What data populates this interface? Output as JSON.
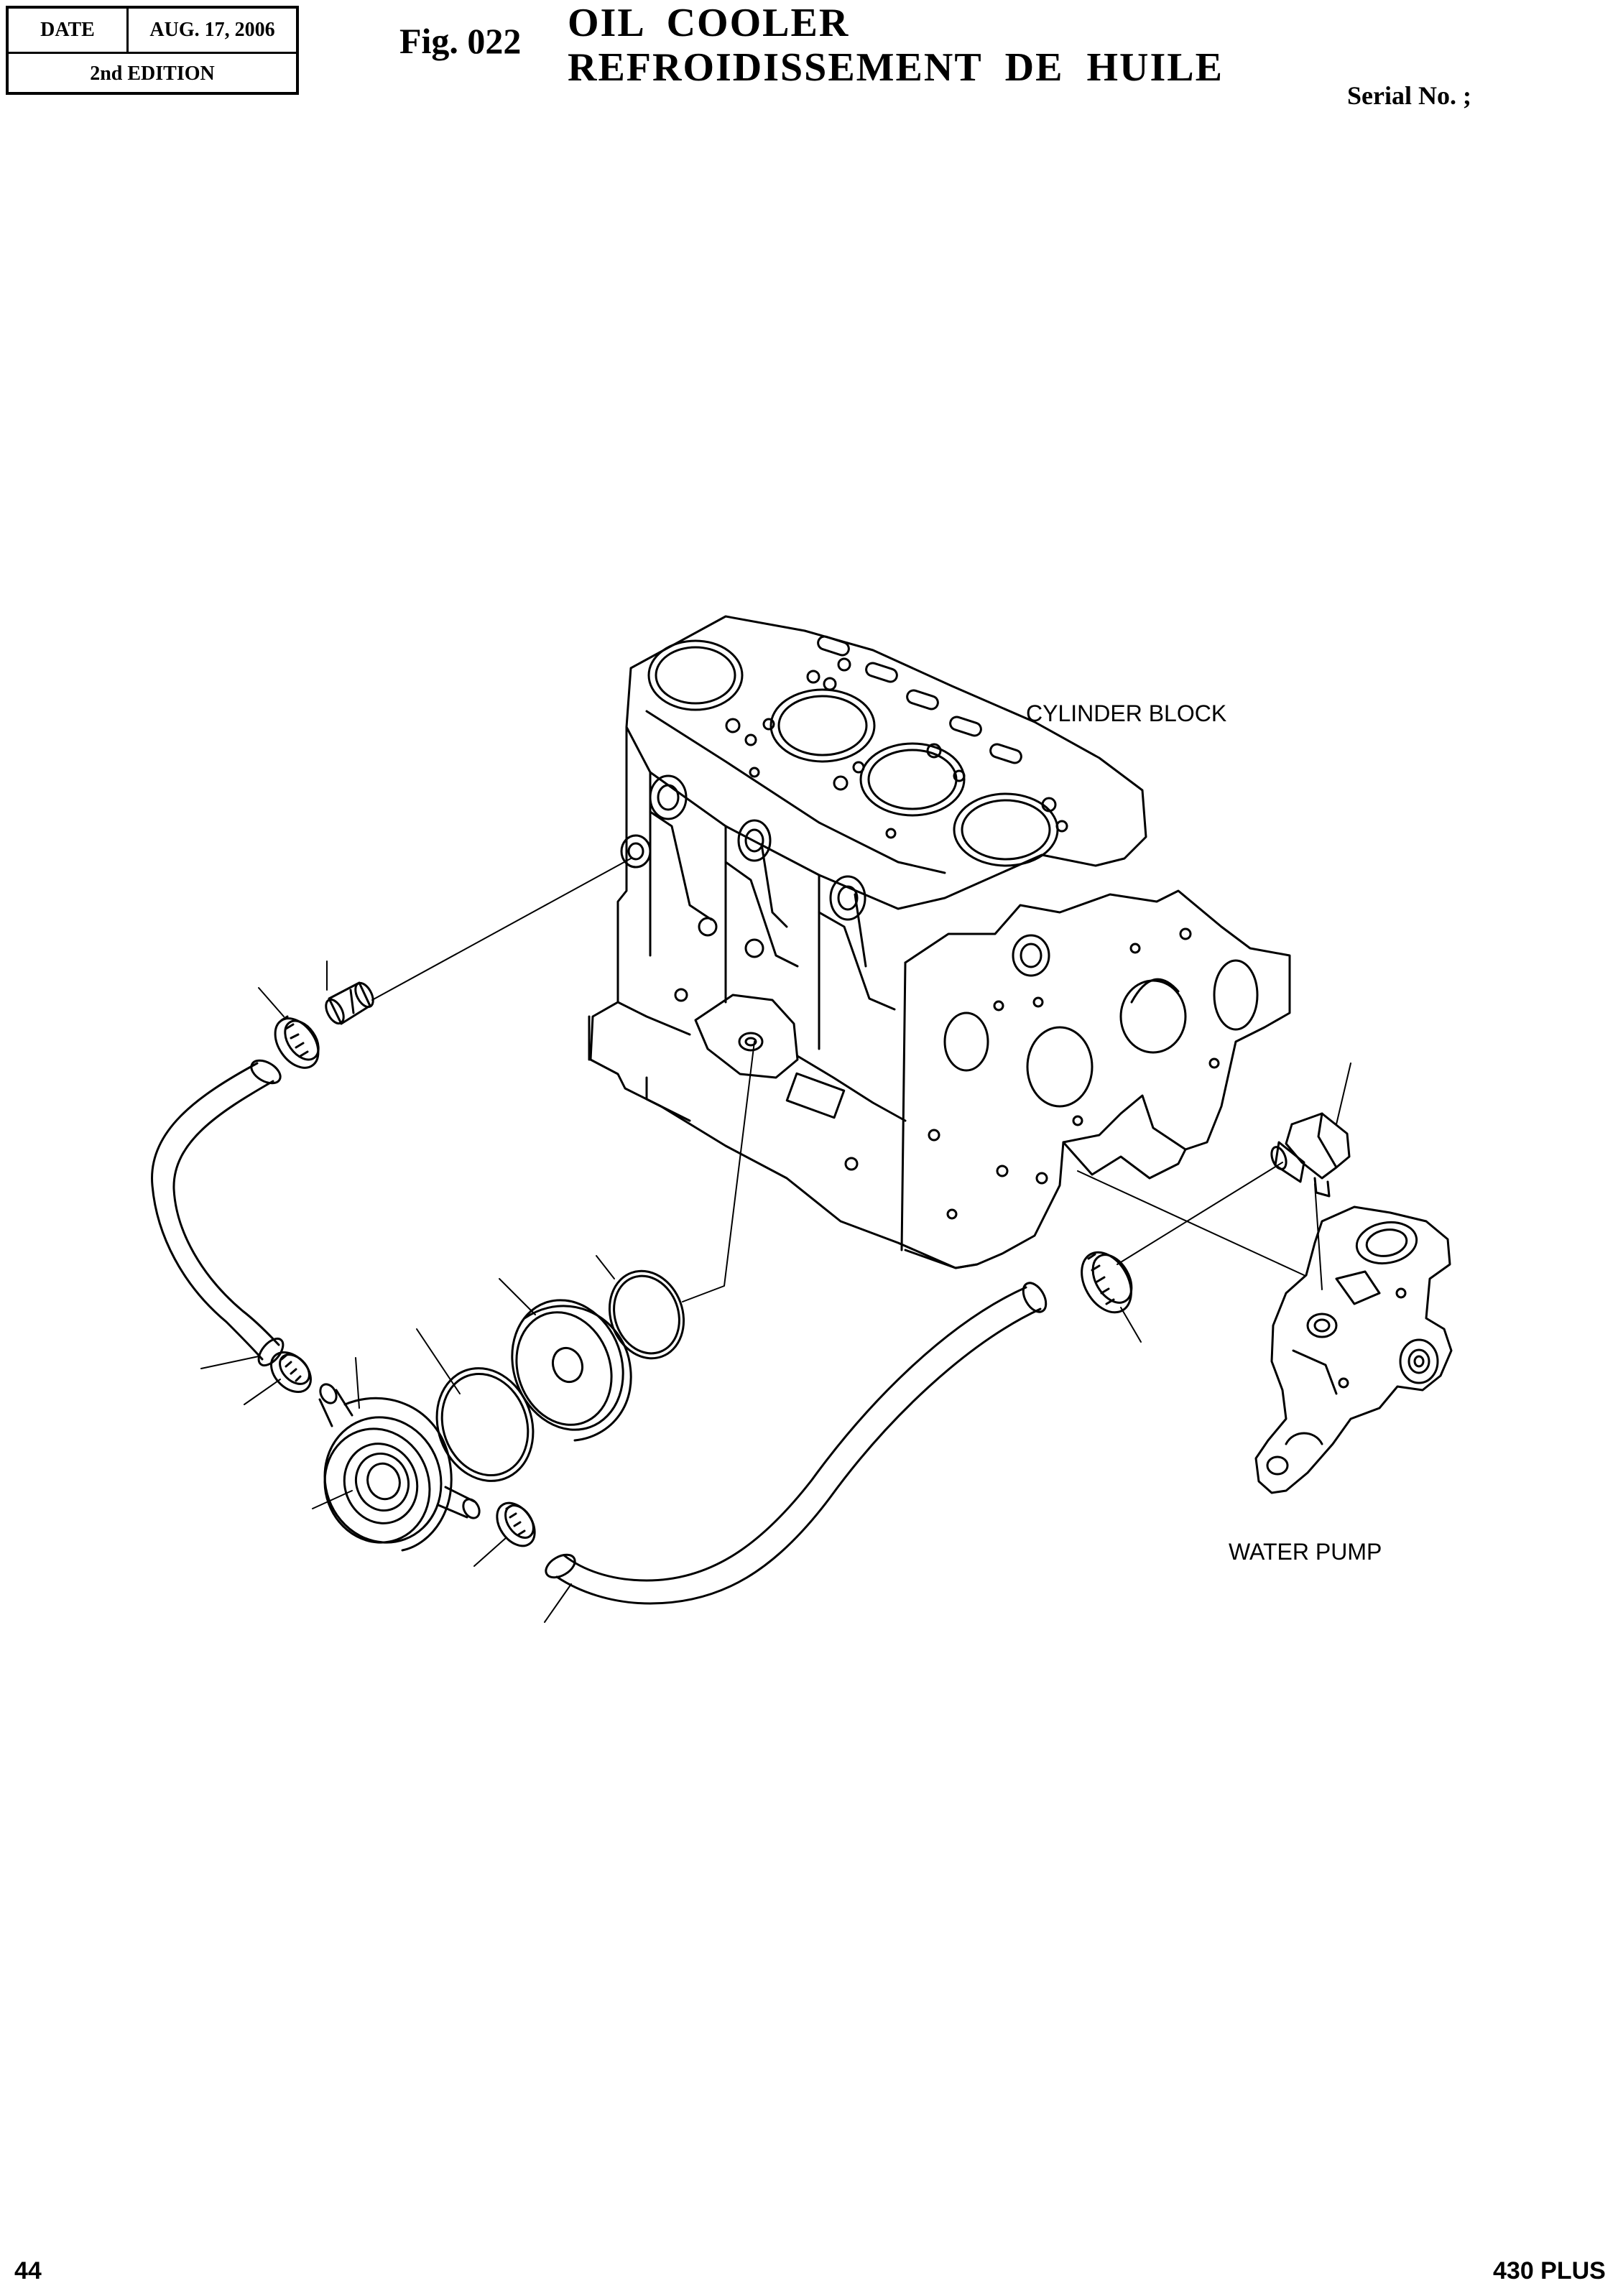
{
  "header": {
    "date_label": "DATE",
    "date_value": "AUG. 17, 2006",
    "edition": "2nd EDITION",
    "figure": "Fig. 022",
    "title_en": "OIL  COOLER",
    "title_fr": "REFROIDISSEMENT  DE  HUILE",
    "serial": "Serial No. ;"
  },
  "labels": {
    "cylinder_block": "CYLINDER BLOCK",
    "water_pump": "WATER PUMP"
  },
  "footer": {
    "page_number": "44",
    "model": "430 PLUS"
  }
}
